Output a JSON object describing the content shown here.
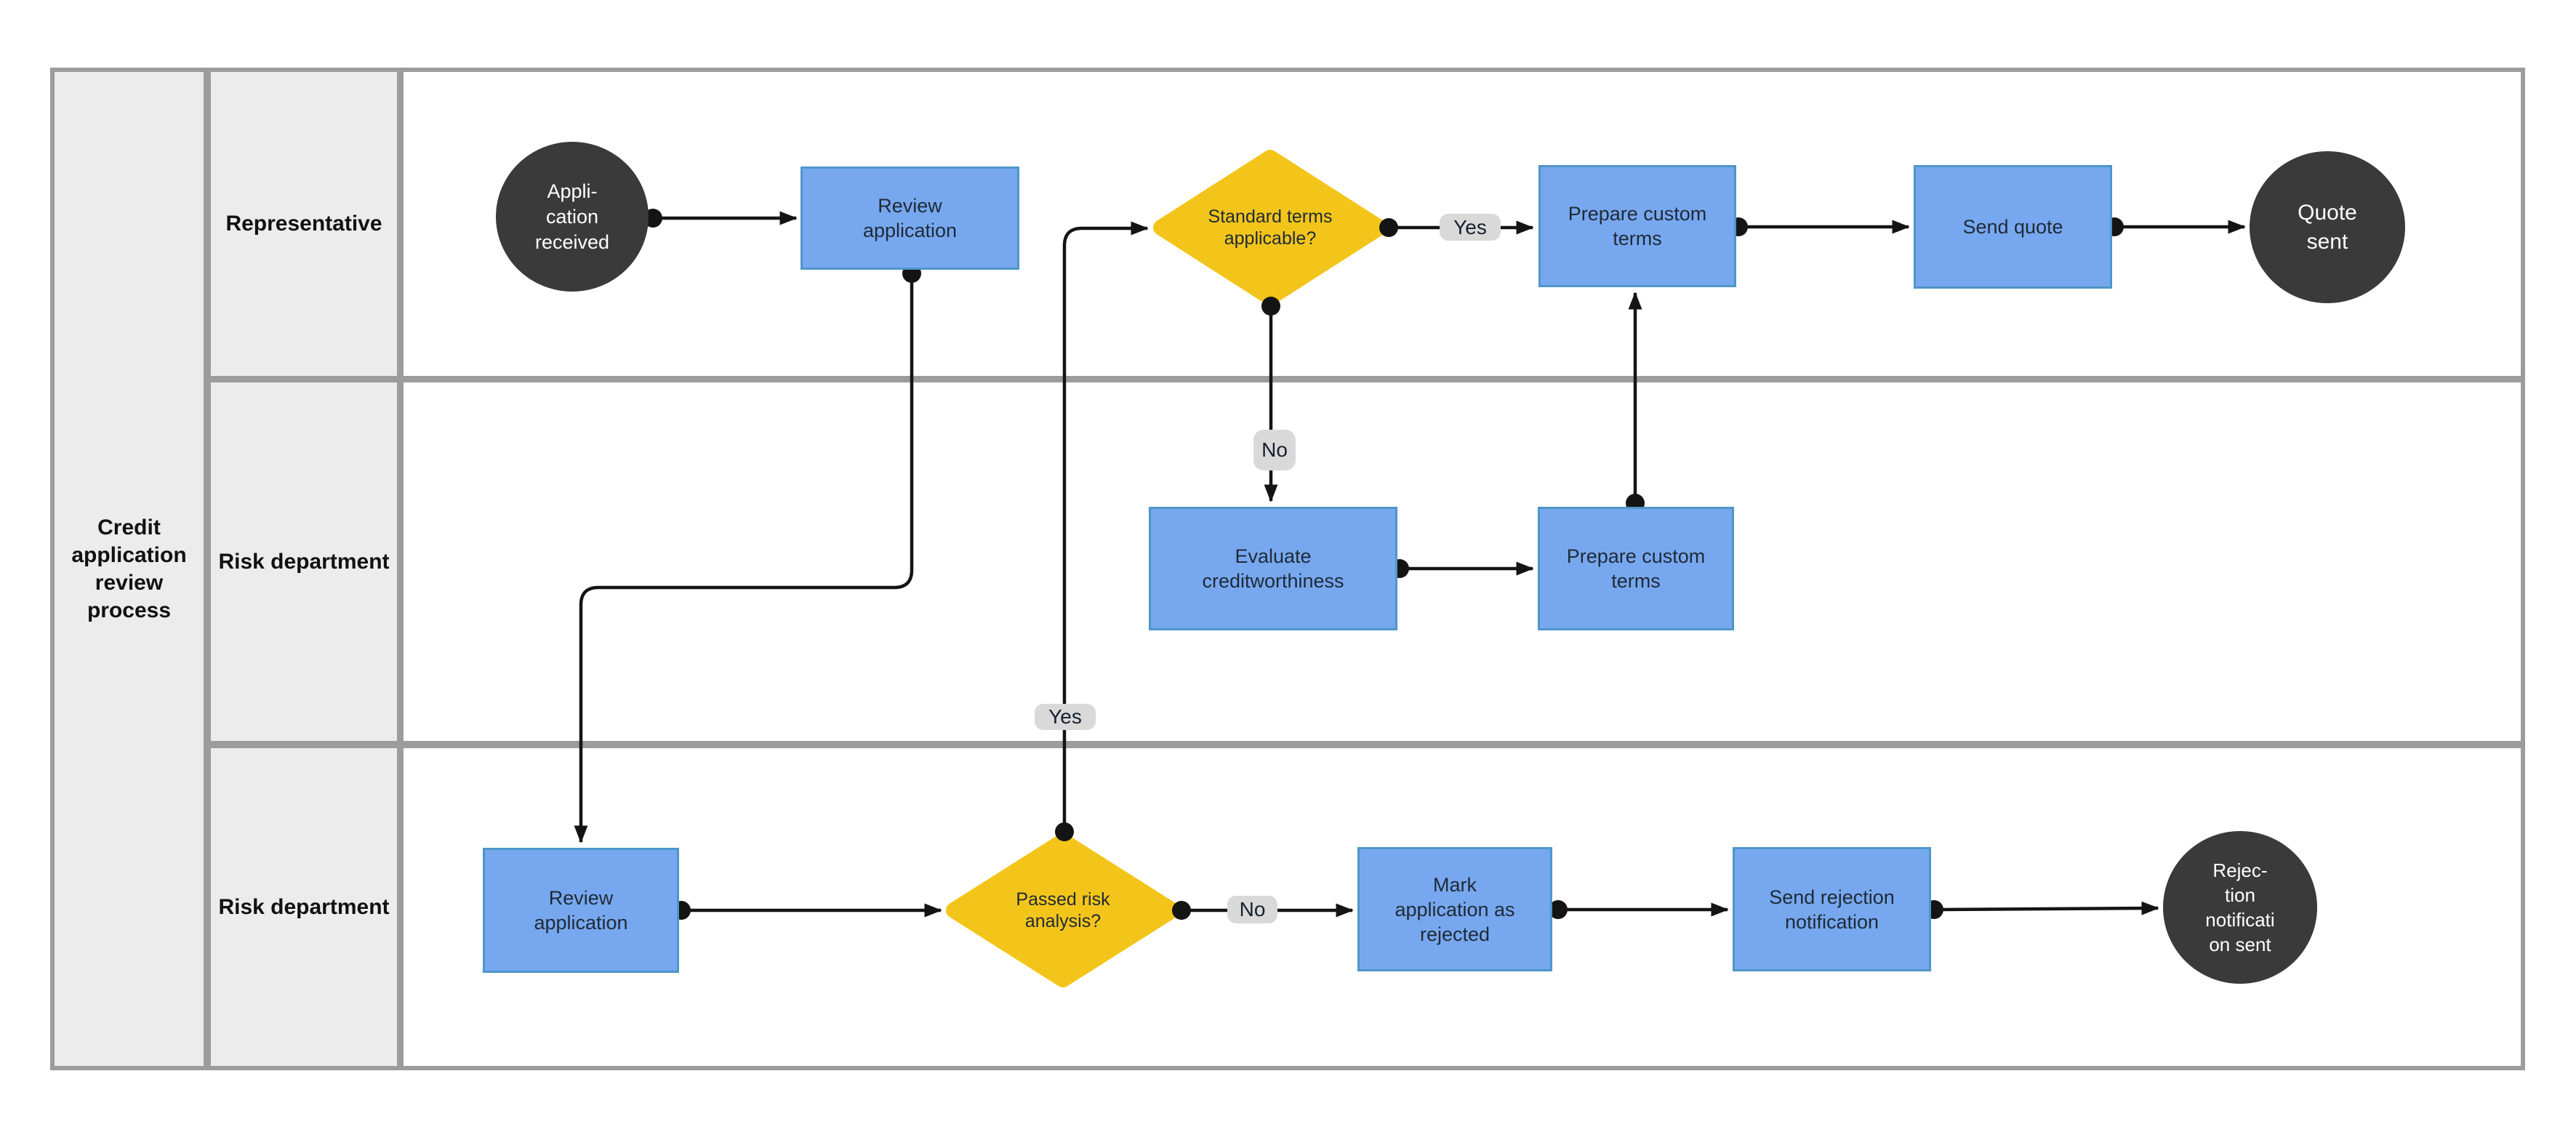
{
  "diagram": {
    "pool_title": "Credit\napplication\nreview\nprocess",
    "lanes": [
      {
        "label": "Representative"
      },
      {
        "label": "Risk department"
      },
      {
        "label": "Risk department"
      }
    ],
    "nodes": {
      "start_event": {
        "type": "start-event",
        "text": "Appli-\ncation\nreceived"
      },
      "review_application_1": {
        "type": "task",
        "text": "Review\napplication"
      },
      "standard_terms_decision": {
        "type": "decision",
        "text": "Standard terms\napplicable?"
      },
      "prepare_custom_terms_1": {
        "type": "task",
        "text": "Prepare custom\nterms"
      },
      "send_quote": {
        "type": "task",
        "text": "Send quote"
      },
      "quote_sent": {
        "type": "end-event",
        "text": "Quote\nsent"
      },
      "evaluate_creditworthiness": {
        "type": "task",
        "text": "Evaluate\ncreditworthiness"
      },
      "prepare_custom_terms_2": {
        "type": "task",
        "text": "Prepare custom\nterms"
      },
      "review_application_2": {
        "type": "task",
        "text": "Review\napplication"
      },
      "passed_risk_decision": {
        "type": "decision",
        "text": "Passed risk\nanalysis?"
      },
      "mark_application_rejected": {
        "type": "task",
        "text": "Mark\napplication as\nrejected"
      },
      "send_rejection_notification": {
        "type": "task",
        "text": "Send rejection\nnotification"
      },
      "rejection_notification_sent": {
        "type": "end-event",
        "text": "Rejec-\ntion\nnotificati\non sent"
      }
    },
    "edge_labels": {
      "standard_terms_yes": "Yes",
      "standard_terms_no": "No",
      "passed_risk_yes": "Yes",
      "passed_risk_no": "No"
    }
  },
  "colors": {
    "canvas_bg": "#ffffff",
    "lane_fill": "#ececec",
    "frame_gray": "#9c9c9c",
    "task_fill": "#77a8ef",
    "task_border": "#4e96c8",
    "decision_fill": "#f3c51a",
    "terminal_fill": "#3a3a3a",
    "terminal_text": "#ffffff",
    "connector": "#141414",
    "pill_bg": "#d9d9d9",
    "node_text": "#1f2a37",
    "label_text": "#111111"
  }
}
